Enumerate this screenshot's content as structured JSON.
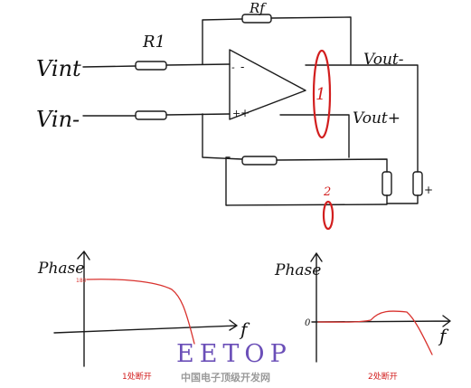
{
  "labels": {
    "vin_plus": "Vint",
    "vin_minus": "Vin-",
    "r1": "R1",
    "rf": "Rf",
    "vout_minus": "Vout-",
    "vout_plus": "Vout+",
    "opamp_inv": "-",
    "opamp_noninv": "+",
    "opamp_inv2": "+",
    "opamp_noninv2": "-",
    "break1": "1",
    "break2": "2",
    "pot_mark": "+"
  },
  "plots": {
    "left": {
      "ylabel": "Phase",
      "y_tick": "180",
      "xlabel": "f",
      "caption": "1处断开"
    },
    "right": {
      "ylabel": "Phase",
      "y_tick": "0",
      "xlabel": "f",
      "caption": "2处断开"
    }
  },
  "watermark": {
    "logo": "EETOP",
    "subtitle": "中国电子顶级开发网"
  },
  "colors": {
    "ink": "#1a1a1a",
    "break_mark": "#d21e1e",
    "curve": "#d9322e",
    "logo": "#6b4fb8",
    "subtitle": "#9a9a9a"
  }
}
